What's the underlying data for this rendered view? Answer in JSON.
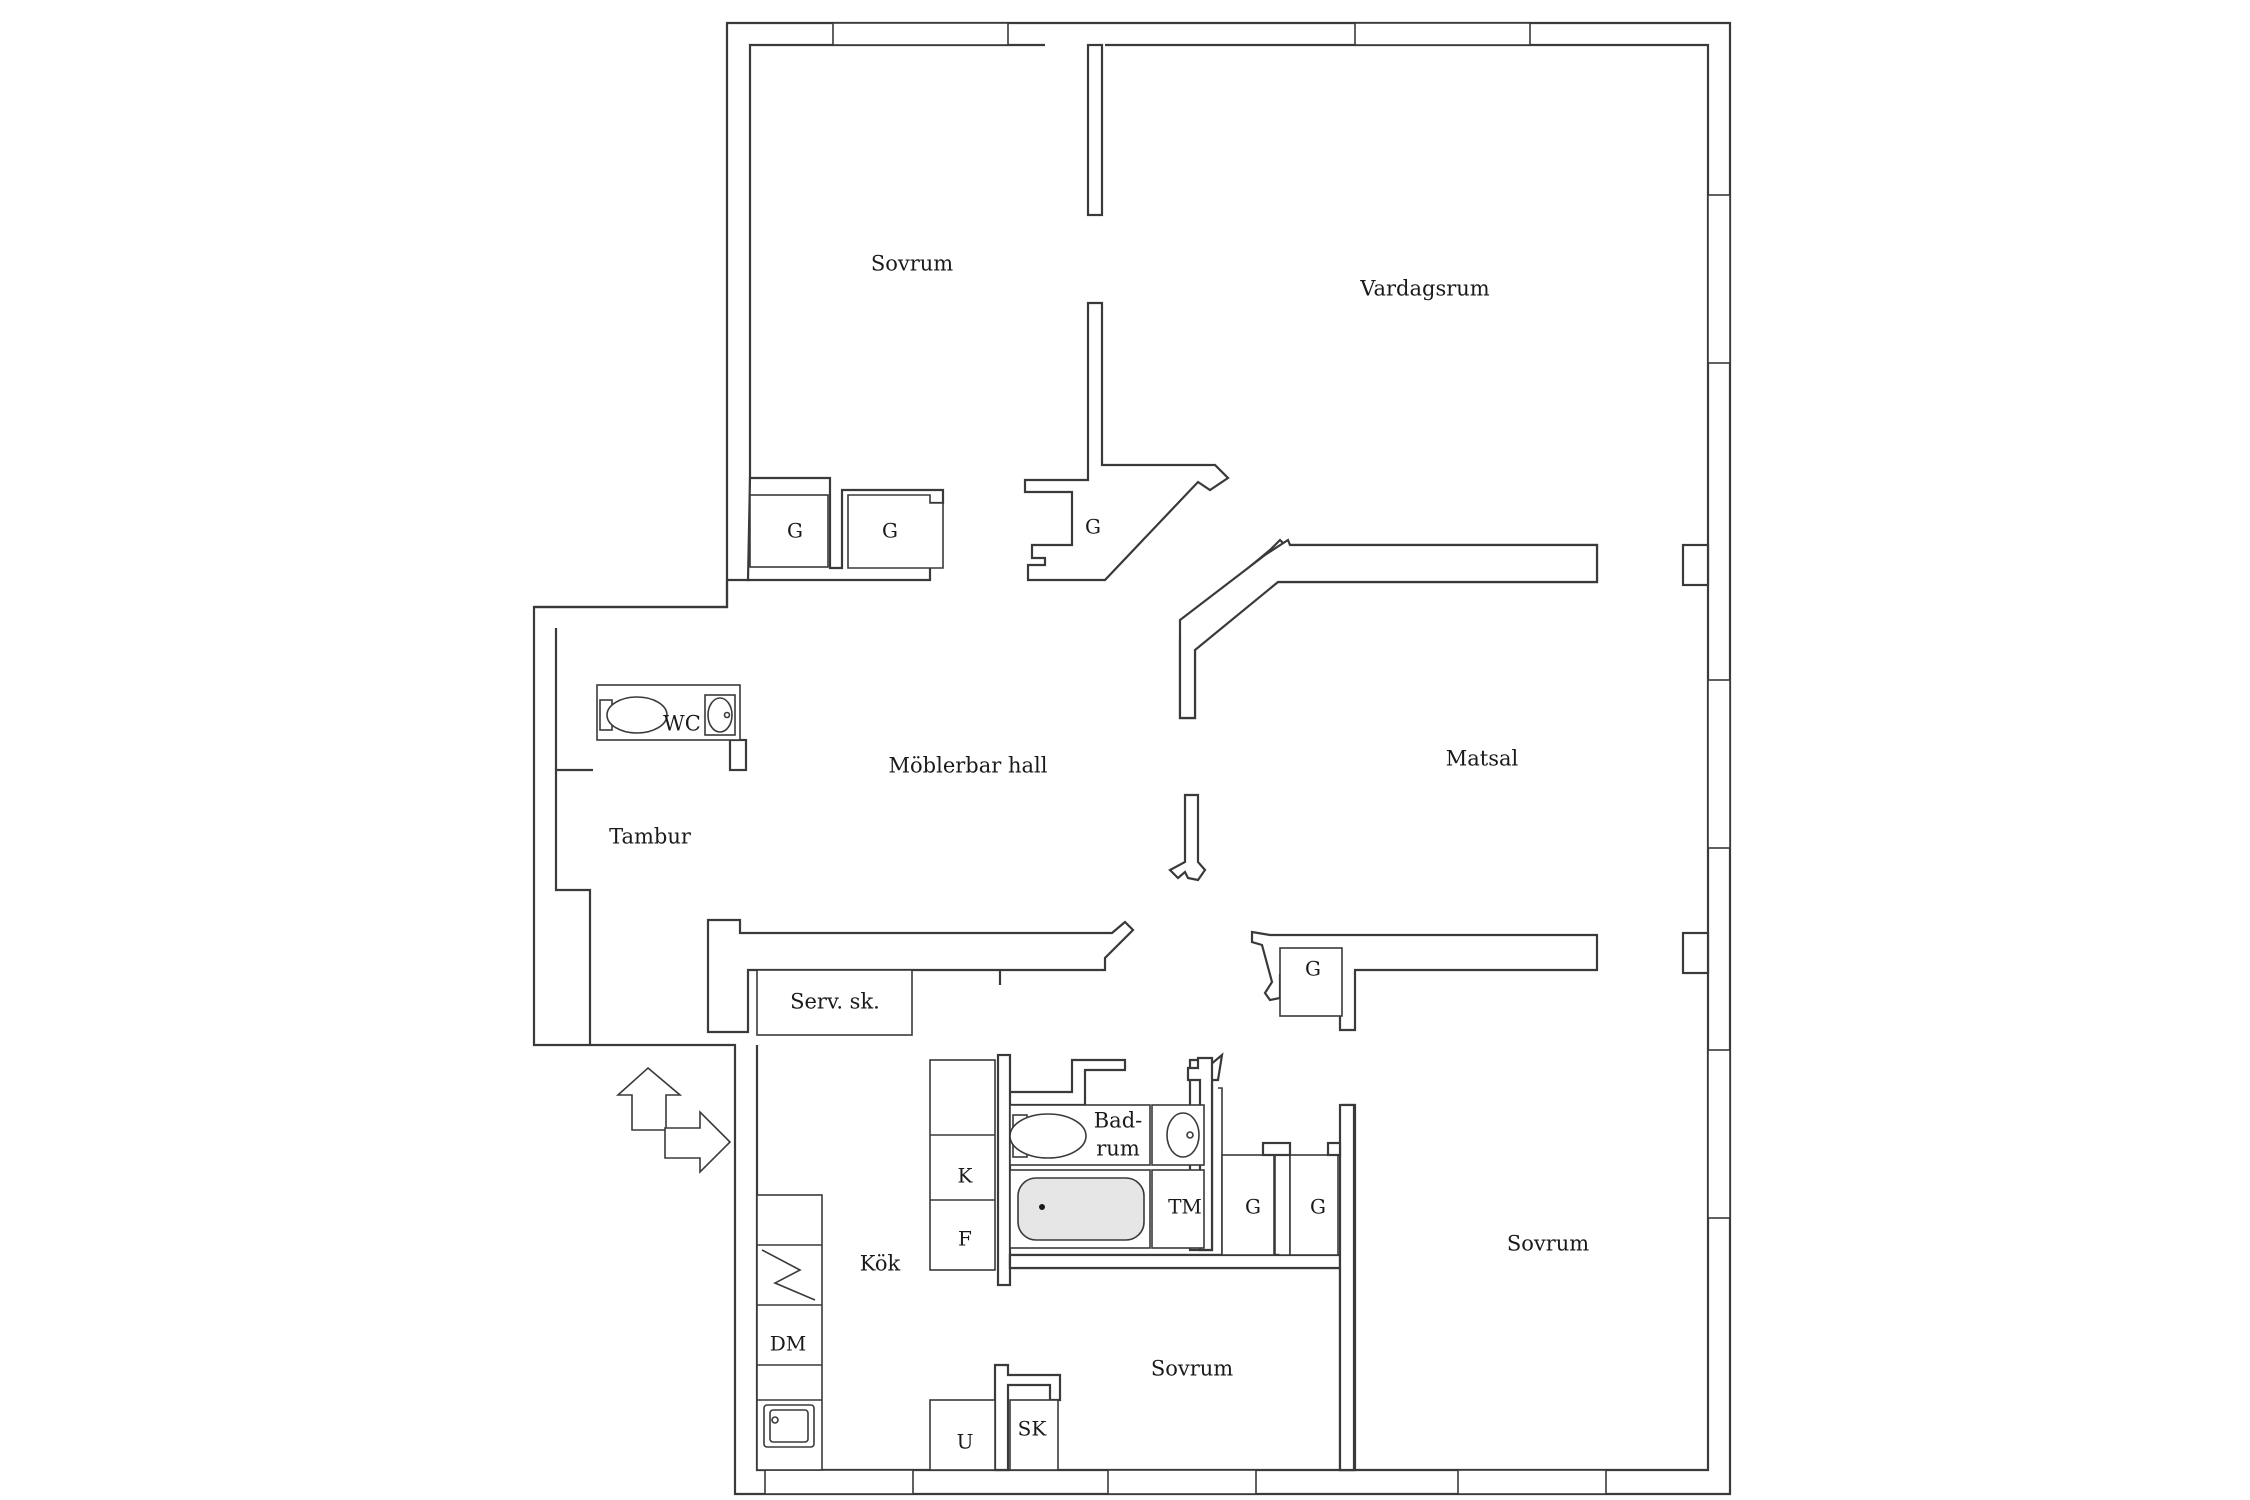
{
  "rooms": {
    "sovrum_top": "Sovrum",
    "vardagsrum": "Vardagsrum",
    "moblerbar_hall": "Möblerbar hall",
    "matsal": "Matsal",
    "tambur": "Tambur",
    "wc": "WC",
    "serv_sk": "Serv. sk.",
    "kok": "Kök",
    "badrum_line1": "Bad-",
    "badrum_line2": "rum",
    "sovrum_right": "Sovrum",
    "sovrum_bottom": "Sovrum"
  },
  "closets": {
    "g1": "G",
    "g2": "G",
    "g3": "G",
    "g4": "G",
    "g5": "G",
    "g6": "G"
  },
  "appliances": {
    "k": "K",
    "f": "F",
    "tm": "TM",
    "dm": "DM",
    "u": "U",
    "sk": "SK"
  }
}
